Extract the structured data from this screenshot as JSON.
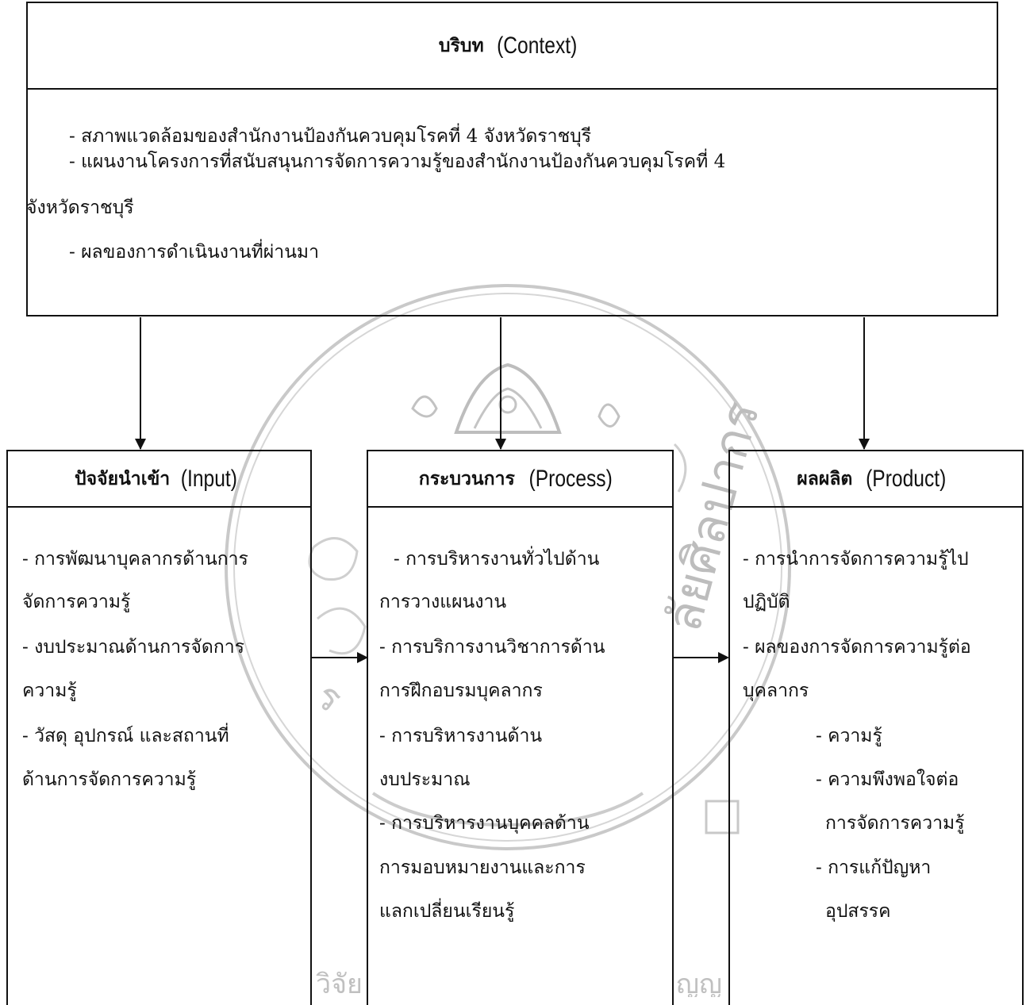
{
  "context": {
    "title_th": "บริบท",
    "title_en": "(Context)",
    "lines": [
      "- สภาพแวดล้อมของสำนักงานป้องกันควบคุมโรคที่ 4 จังหวัดราชบุรี",
      "- แผนงานโครงการที่สนับสนุนการจัดการความรู้ของสำนักงานป้องกันควบคุมโรคที่ 4",
      "จังหวัดราชบุรี",
      "- ผลของการดำเนินงานที่ผ่านมา"
    ]
  },
  "input": {
    "title_th": "ปัจจัยนำเข้า",
    "title_en": "(Input)",
    "lines": [
      "- การพัฒนาบุคลากรด้านการ",
      "จัดการความรู้",
      "- งบประมาณด้านการจัดการ",
      "ความรู้",
      "- วัสดุ อุปกรณ์ และสถานที่",
      "ด้านการจัดการความรู้"
    ]
  },
  "process": {
    "title_th": "กระบวนการ",
    "title_en": "(Process)",
    "lines": [
      "- การบริหารงานทั่วไปด้าน",
      "การวางแผนงาน",
      "- การบริการงานวิชาการด้าน",
      "การฝึกอบรมบุคลากร",
      "- การบริหารงานด้าน",
      "งบประมาณ",
      "- การบริหารงานบุคคลด้าน",
      "การมอบหมายงานและการ",
      "แลกเปลี่ยนเรียนรู้"
    ]
  },
  "product": {
    "title_th": "ผลผลิต",
    "title_en": "(Product)",
    "lines": [
      "- การนำการจัดการความรู้ไป",
      "ปฏิบัติ",
      "- ผลของการจัดการความรู้ต่อ",
      "บุคลากร",
      "- ความรู้",
      "- ความพึงพอใจต่อ",
      "การจัดการความรู้",
      "- การแก้ปัญหา",
      "อุปสรรค"
    ]
  },
  "watermark": {
    "text_right": "ลัยศิลปากร",
    "text_left": "ร",
    "text_bottom_left": "วิจัย",
    "text_bottom_right": "ญญ"
  }
}
